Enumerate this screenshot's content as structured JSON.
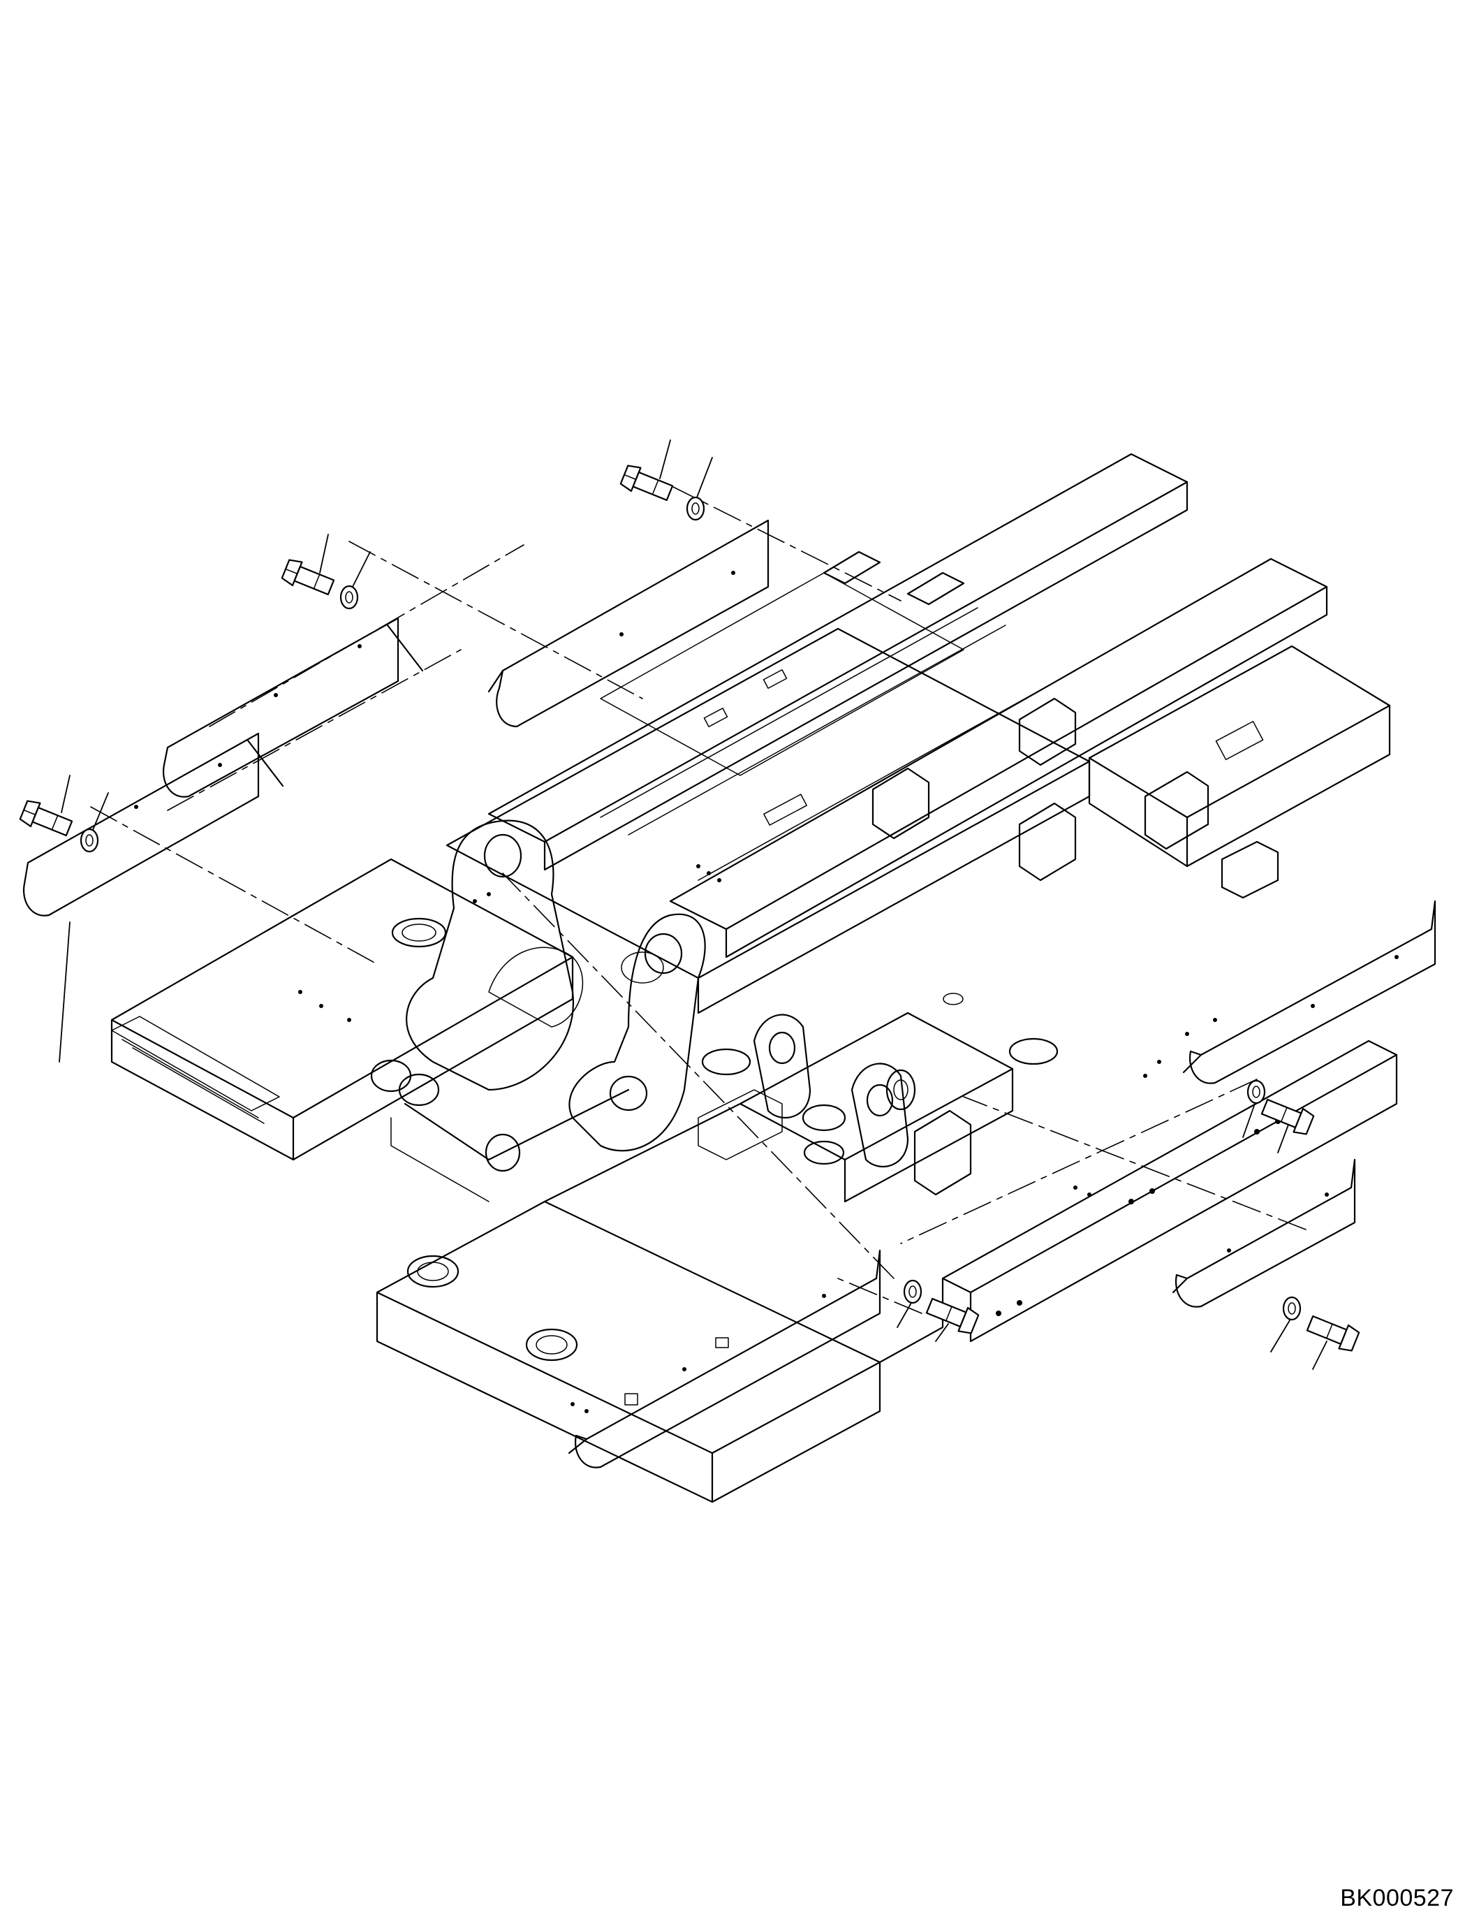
{
  "diagram": {
    "document_id": "BK000527",
    "parts": [
      {
        "kind": "cover-plate",
        "icon": "cover-plate-icon"
      },
      {
        "kind": "bolt",
        "icon": "bolt-icon"
      },
      {
        "kind": "washer",
        "icon": "washer-icon"
      }
    ],
    "colors": {
      "line": "#000000",
      "background": "#ffffff"
    }
  }
}
